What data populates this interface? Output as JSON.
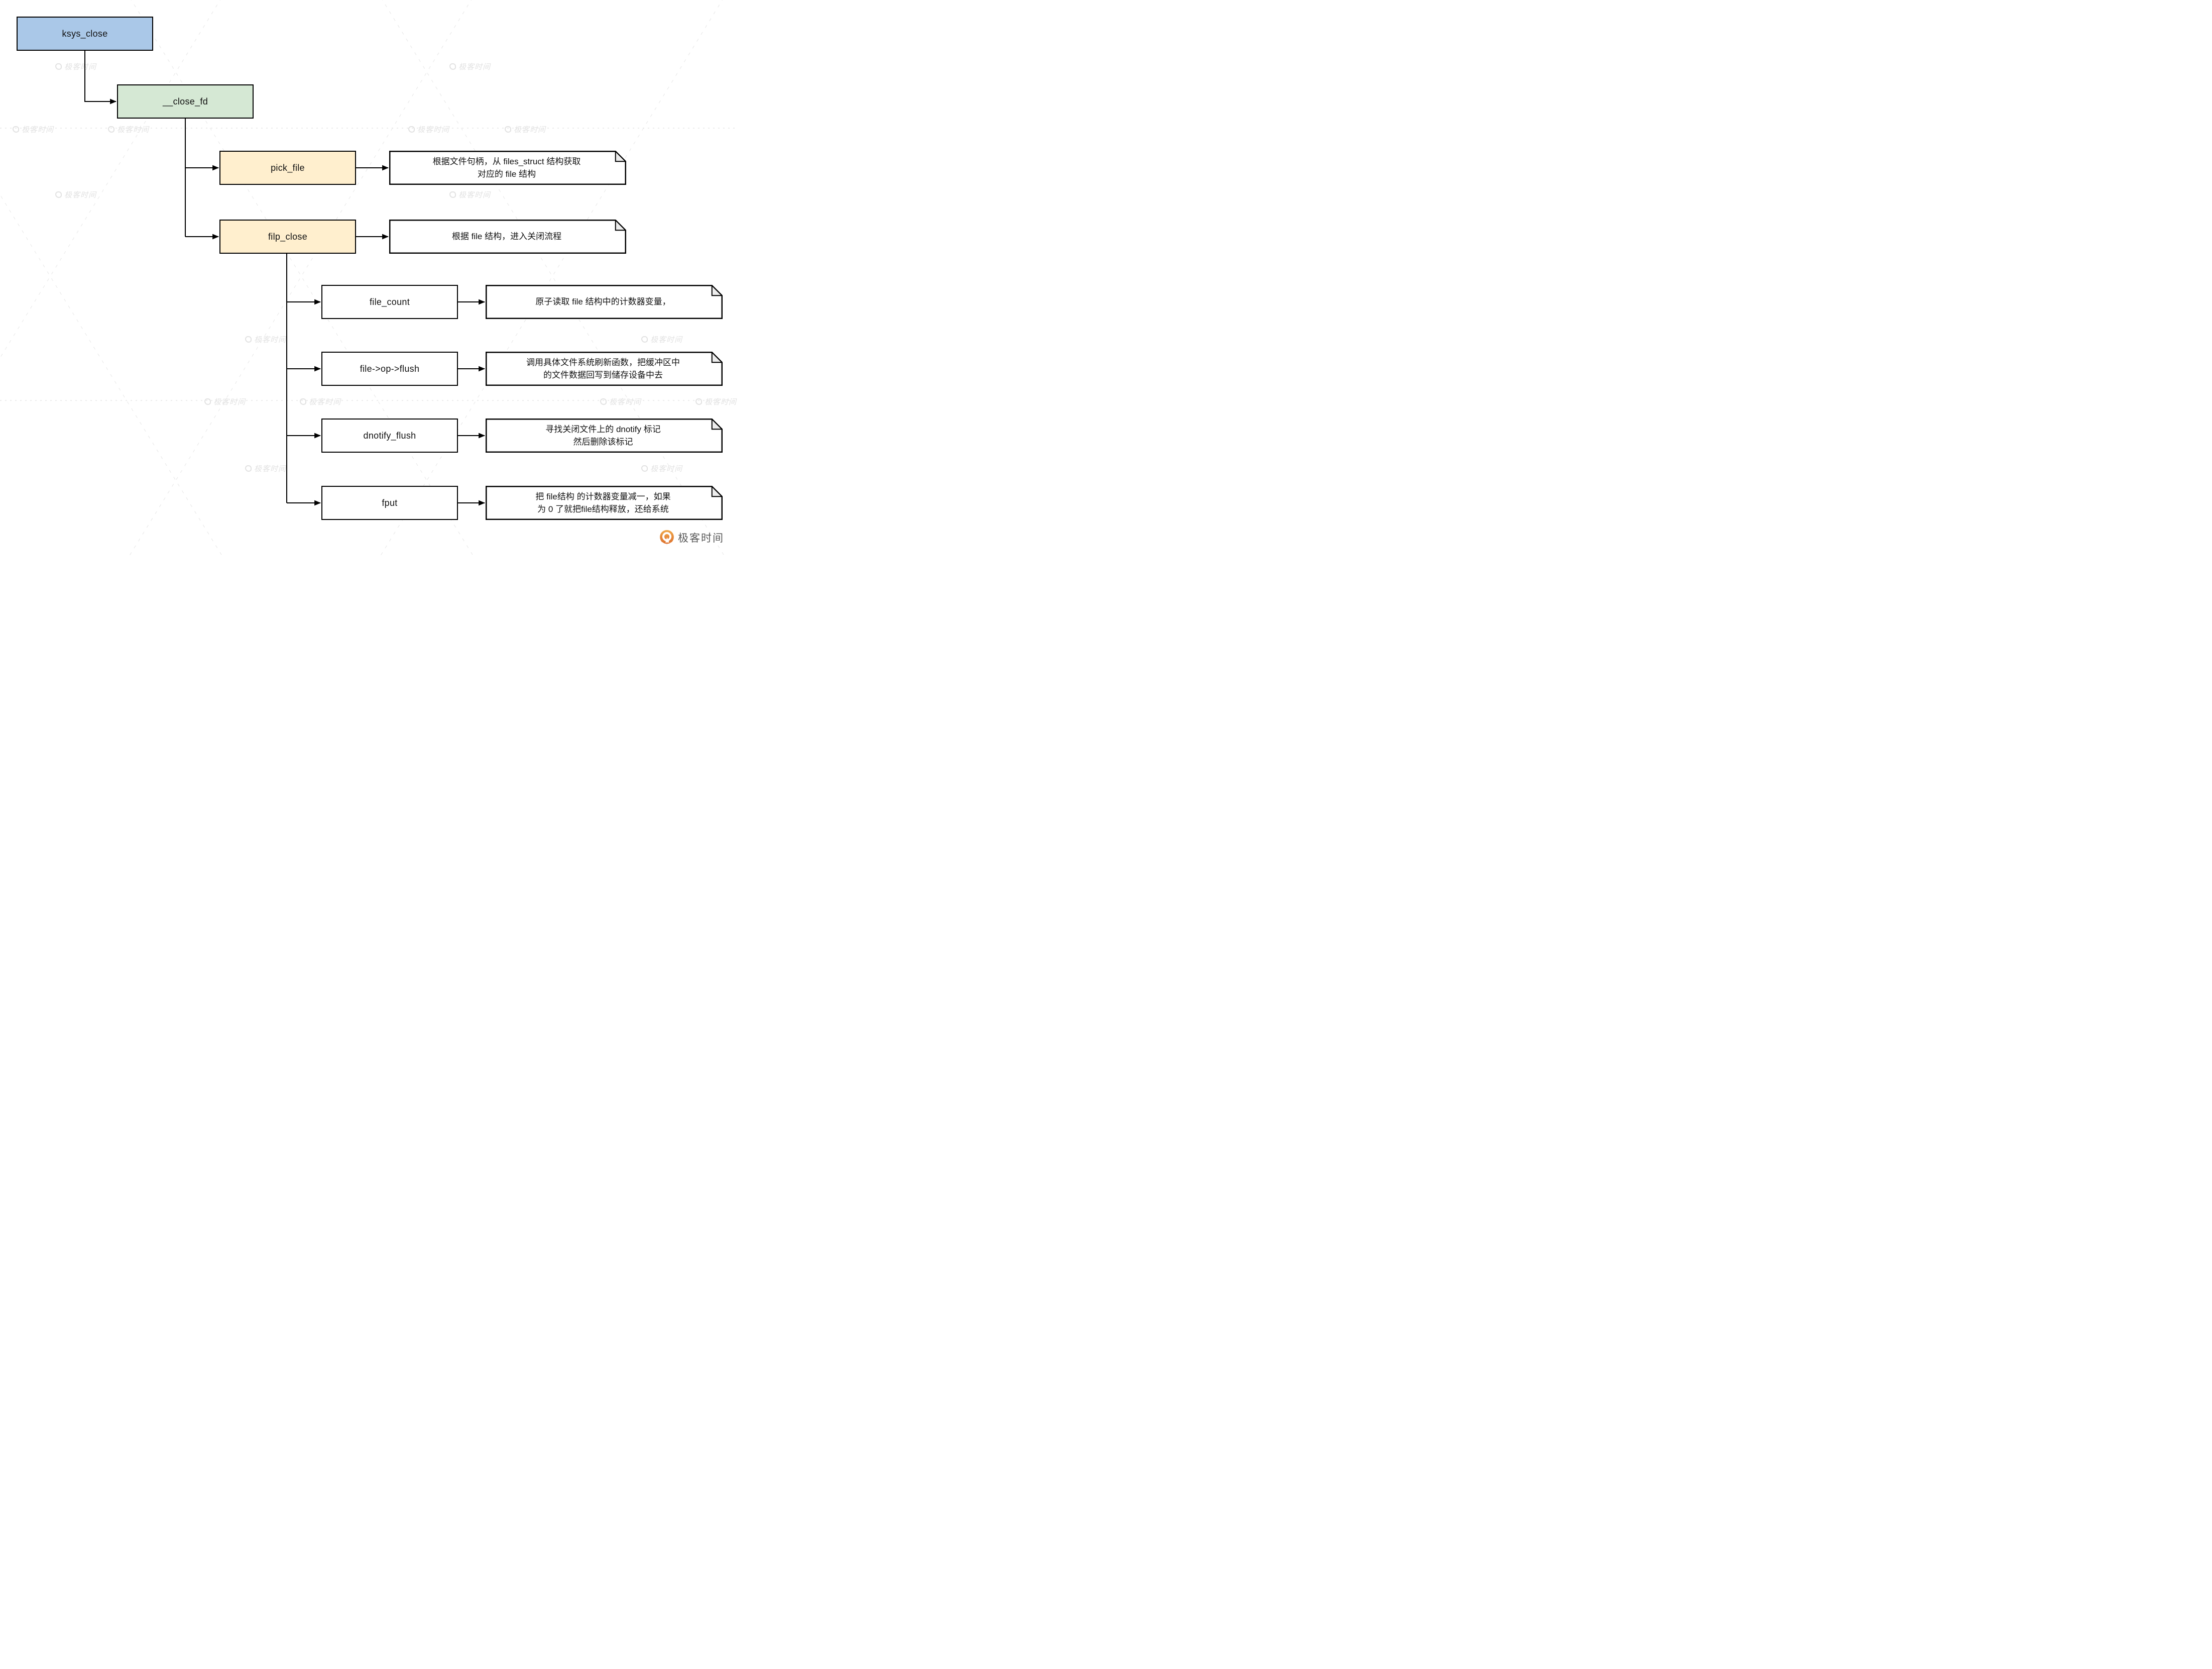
{
  "watermark": {
    "text": "极客时间"
  },
  "footer": {
    "brand": "极客时间",
    "accent": "#E87A2E"
  },
  "colors": {
    "node_blue": "#AAC8E8",
    "node_green": "#D5E8D4",
    "node_yellow": "#FFEFCE",
    "node_white": "#FFFFFF",
    "border": "#000000",
    "note_fold": "#EDEDED"
  },
  "nodes": [
    {
      "id": "ksys_close",
      "label": "ksys_close",
      "fill": "#AAC8E8"
    },
    {
      "id": "__close_fd",
      "label": "__close_fd",
      "fill": "#D5E8D4"
    },
    {
      "id": "pick_file",
      "label": "pick_file",
      "fill": "#FFEFCE"
    },
    {
      "id": "filp_close",
      "label": "filp_close",
      "fill": "#FFEFCE"
    },
    {
      "id": "file_count",
      "label": "file_count",
      "fill": "#FFFFFF"
    },
    {
      "id": "file_op_flush",
      "label": "file->op->flush",
      "fill": "#FFFFFF"
    },
    {
      "id": "dnotify_flush",
      "label": "dnotify_flush",
      "fill": "#FFFFFF"
    },
    {
      "id": "fput",
      "label": "fput",
      "fill": "#FFFFFF"
    }
  ],
  "notes": [
    {
      "for": "pick_file",
      "text": "根据文件句柄，从 files_struct 结构获取\n对应的 file 结构"
    },
    {
      "for": "filp_close",
      "text": "根据 file 结构，进入关闭流程"
    },
    {
      "for": "file_count",
      "text": "原子读取 file 结构中的计数器变量，"
    },
    {
      "for": "file_op_flush",
      "text": "调用具体文件系统刷新函数，把缓冲区中\n的文件数据回写到储存设备中去"
    },
    {
      "for": "dnotify_flush",
      "text": "寻找关闭文件上的 dnotify 标记\n然后删除该标记"
    },
    {
      "for": "fput",
      "text": "把 file结构 的计数器变量减一，如果\n为 0 了就把file结构释放，还给系统"
    }
  ]
}
